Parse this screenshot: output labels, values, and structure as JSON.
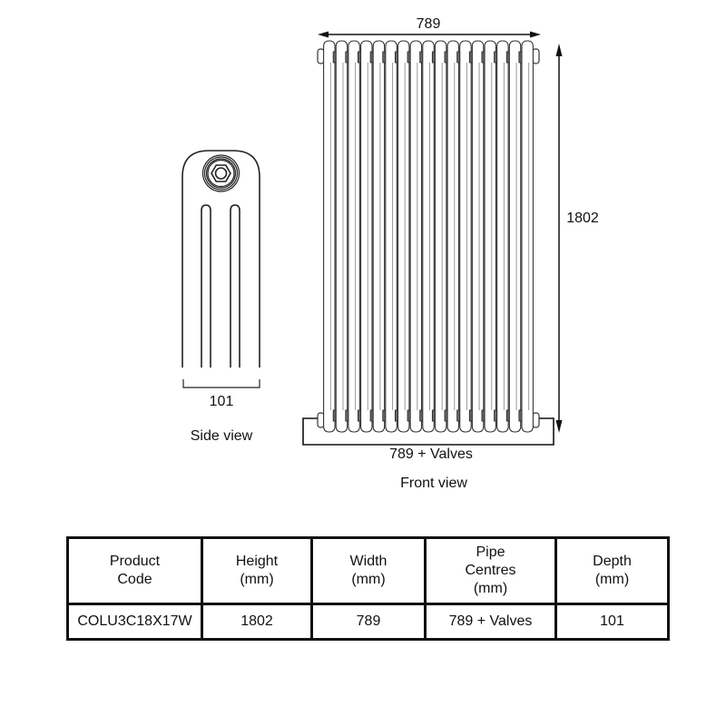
{
  "side_view": {
    "dimension_label": "101",
    "caption": "Side view"
  },
  "front_view": {
    "width_label": "789",
    "height_label": "1802",
    "pipe_centres_label": "789 + Valves",
    "caption": "Front view",
    "column_count": 17
  },
  "table": {
    "headers": [
      {
        "line1": "Product",
        "line2": "Code",
        "line3": ""
      },
      {
        "line1": "Height",
        "line2": "(mm)",
        "line3": ""
      },
      {
        "line1": "Width",
        "line2": "(mm)",
        "line3": ""
      },
      {
        "line1": "Pipe",
        "line2": "Centres",
        "line3": "(mm)"
      },
      {
        "line1": "Depth",
        "line2": "(mm)",
        "line3": ""
      }
    ],
    "rows": [
      [
        "COLU3C18X17W",
        "1802",
        "789",
        "789 + Valves",
        "101"
      ]
    ]
  }
}
